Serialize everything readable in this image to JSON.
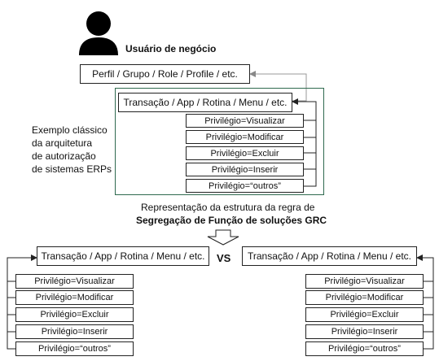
{
  "user": {
    "label": "Usuário de negócio",
    "icon": "person-icon"
  },
  "top": {
    "profile_box": "Perfil / Grupo  / Role /  Profile / etc.",
    "transaction_box": "Transação / App / Rotina / Menu / etc.",
    "privileges": [
      "Privilégio=Visualizar",
      "Privilégio=Modificar",
      "Privilégio=Excluir",
      "Privilégio=Inserir",
      "Privilégio=“outros”"
    ],
    "side_text": [
      "Exemplo clássico",
      "da arquitetura",
      "de autorização",
      "de sistemas ERPs"
    ]
  },
  "caption": {
    "line1": "Representação da estrutura da regra de",
    "line2": "Segregação de Função de soluções GRC"
  },
  "bottom": {
    "vs": "VS",
    "left": {
      "transaction_box": "Transação / App / Rotina / Menu / etc.",
      "privileges": [
        "Privilégio=Visualizar",
        "Privilégio=Modificar",
        "Privilégio=Excluir",
        "Privilégio=Inserir",
        "Privilégio=“outros”"
      ]
    },
    "right": {
      "transaction_box": "Transação / App / Rotina / Menu / etc.",
      "privileges": [
        "Privilégio=Visualizar",
        "Privilégio=Modificar",
        "Privilégio=Excluir",
        "Privilégio=Inserir",
        "Privilégio=“outros”"
      ]
    }
  },
  "colors": {
    "frame": "#2f6a4f",
    "connector": "#999999",
    "icon": "#000000"
  }
}
